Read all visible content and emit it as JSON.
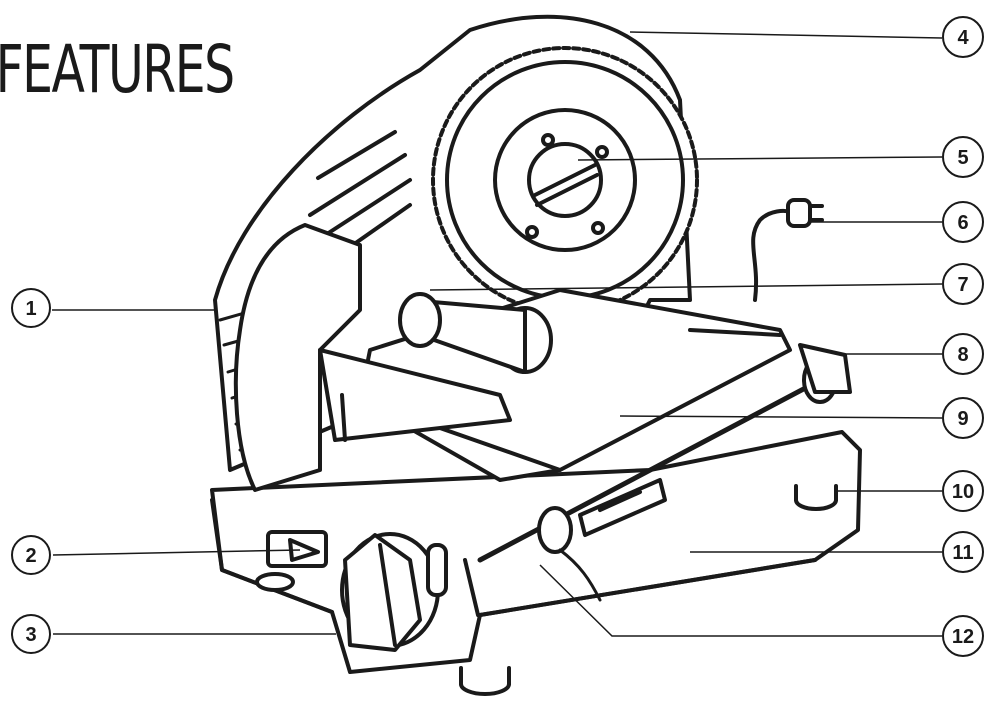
{
  "diagram": {
    "title": "FEATURES",
    "callouts": [
      {
        "id": 1,
        "label": "1"
      },
      {
        "id": 2,
        "label": "2"
      },
      {
        "id": 3,
        "label": "3"
      },
      {
        "id": 4,
        "label": "4"
      },
      {
        "id": 5,
        "label": "5"
      },
      {
        "id": 6,
        "label": "6"
      },
      {
        "id": 7,
        "label": "7"
      },
      {
        "id": 8,
        "label": "8"
      },
      {
        "id": 9,
        "label": "9"
      },
      {
        "id": 10,
        "label": "10"
      },
      {
        "id": 11,
        "label": "11"
      },
      {
        "id": 12,
        "label": "12"
      }
    ],
    "colors": {
      "line": "#1a1a1a",
      "fill": "#ffffff",
      "background": "#ffffff"
    }
  }
}
